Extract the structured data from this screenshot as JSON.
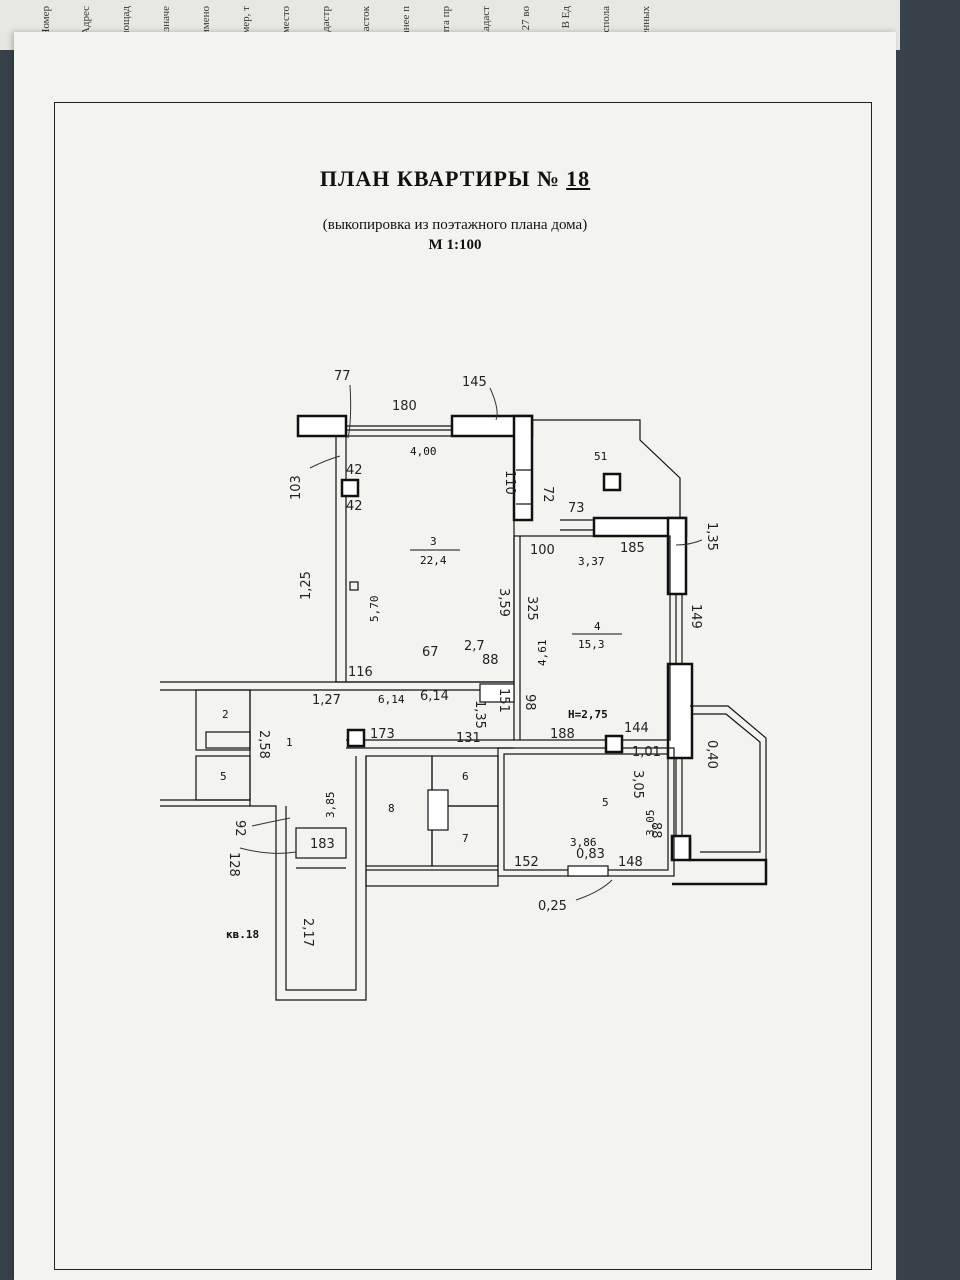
{
  "back_sheet": {
    "strips": [
      "Номер",
      "Адрес",
      "Площад",
      "Назначе",
      "Наимено",
      "Номер, т",
      "вместо",
      "Кадастр",
      "участок",
      "Ранее п",
      "Дата пр",
      "Кадаст",
      "27 во",
      "В Ед",
      "распола",
      "учтенных"
    ]
  },
  "header": {
    "title": "ПЛАН  КВАРТИРЫ  №",
    "apartment_number": "18",
    "subtitle": "(выкопировка из поэтажного плана дома)",
    "scale": "М 1:100"
  },
  "rooms": [
    {
      "num": "3",
      "area": "22,4"
    },
    {
      "num": "4",
      "area": "15,3"
    },
    {
      "num": "1"
    },
    {
      "num": "2"
    },
    {
      "num": "5"
    },
    {
      "num": "5"
    },
    {
      "num": "6"
    },
    {
      "num": "7"
    },
    {
      "num": "8"
    },
    {
      "num": "51"
    }
  ],
  "dimensions": [
    "4,00",
    "5,70",
    "3,37",
    "4,61",
    "6,14",
    "3,85",
    "3,86",
    "3,05",
    "Н=2,75",
    "кв.18"
  ],
  "handwritten": [
    "77",
    "145",
    "180",
    "103",
    "42",
    "42",
    "1,25",
    "116",
    "67",
    "2,7",
    "88",
    "110",
    "72",
    "73",
    "100",
    "185",
    "1,35",
    "149",
    "325",
    "3,59",
    "1,35",
    "98",
    "188",
    "144",
    "173",
    "131",
    "151",
    "1,27",
    "6,14",
    "2,58",
    "92",
    "128",
    "183",
    "2,17",
    "1,01",
    "0,40",
    "3,05",
    "88",
    "152",
    "0,83",
    "148",
    "0,25"
  ]
}
